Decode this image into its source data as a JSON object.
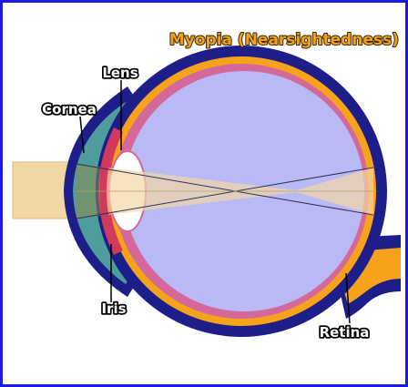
{
  "title": "Myopia (Nearsightedness)",
  "labels": {
    "lens": "Lens",
    "cornea": "Cornea",
    "iris": "Iris",
    "retina": "Retina"
  },
  "colors": {
    "frame_blue": "#1a1ae0",
    "title_fill": "#f0a020",
    "sclera_blue": "#1e1e8a",
    "choroid_orange": "#f7a21b",
    "retina_pink": "#d5689a",
    "vitreous_lavender": "#b9b9f5",
    "cornea_teal": "#4f9c9c",
    "light_beam": "#f2d7a4",
    "lens_white": "#ffffff",
    "iris_red": "#d23a5c"
  }
}
